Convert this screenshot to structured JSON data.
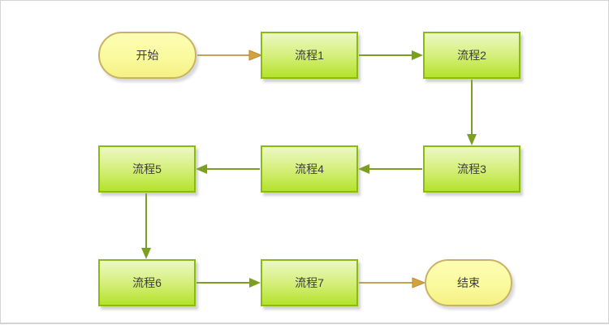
{
  "diagram": {
    "type": "flowchart",
    "nodes": [
      {
        "id": "start",
        "label": "开始",
        "shape": "terminal"
      },
      {
        "id": "p1",
        "label": "流程1",
        "shape": "process"
      },
      {
        "id": "p2",
        "label": "流程2",
        "shape": "process"
      },
      {
        "id": "p3",
        "label": "流程3",
        "shape": "process"
      },
      {
        "id": "p4",
        "label": "流程4",
        "shape": "process"
      },
      {
        "id": "p5",
        "label": "流程5",
        "shape": "process"
      },
      {
        "id": "p6",
        "label": "流程6",
        "shape": "process"
      },
      {
        "id": "p7",
        "label": "流程7",
        "shape": "process"
      },
      {
        "id": "end",
        "label": "结束",
        "shape": "terminal"
      }
    ],
    "edges": [
      {
        "from": "start",
        "to": "p1",
        "direction": "right",
        "color": "gold"
      },
      {
        "from": "p1",
        "to": "p2",
        "direction": "right",
        "color": "green"
      },
      {
        "from": "p2",
        "to": "p3",
        "direction": "down",
        "color": "green"
      },
      {
        "from": "p3",
        "to": "p4",
        "direction": "left",
        "color": "green"
      },
      {
        "from": "p4",
        "to": "p5",
        "direction": "left",
        "color": "green"
      },
      {
        "from": "p5",
        "to": "p6",
        "direction": "down",
        "color": "green"
      },
      {
        "from": "p6",
        "to": "p7",
        "direction": "right",
        "color": "green"
      },
      {
        "from": "p7",
        "to": "end",
        "direction": "right",
        "color": "gold"
      }
    ],
    "colors": {
      "process_fill_top": "#ecf8c4",
      "process_fill_bottom": "#b4e32c",
      "process_border": "#8abb11",
      "terminal_fill": "#fafa9e",
      "terminal_border": "#c9b266",
      "arrow_green": "#7d9f21",
      "arrow_gold": "#c3a250",
      "text": "#3c3c3c",
      "frame_border": "#d3d3d3",
      "background": "#ffffff"
    }
  }
}
